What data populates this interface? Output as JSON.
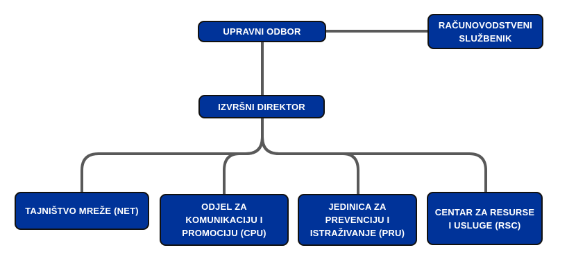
{
  "chart": {
    "board": "UPRAVNI ODBOR",
    "accountant": {
      "line1": "RAČUNOVODSTVENI",
      "line2": "SLUŽBENIK"
    },
    "director": "IZVRŠNI DIREKTOR",
    "units": {
      "net": {
        "line1": "TAJNIŠTVO MREŽE (NET)"
      },
      "cpu": {
        "line1": "ODJEL ZA",
        "line2": "KOMUNIKACIJU I",
        "line3": "PROMOCIJU (CPU)"
      },
      "pru": {
        "line1": "JEDINICA ZA",
        "line2": "PREVENCIJU I",
        "line3": "ISTRAŽIVANJE (PRU)"
      },
      "rsc": {
        "line1": "CENTAR ZA RESURSE",
        "line2": "I USLUGE (RSC)"
      }
    }
  },
  "colors": {
    "node_fill": "#003399",
    "node_border": "#111111",
    "connector": "#595959",
    "text": "#ffffff"
  }
}
